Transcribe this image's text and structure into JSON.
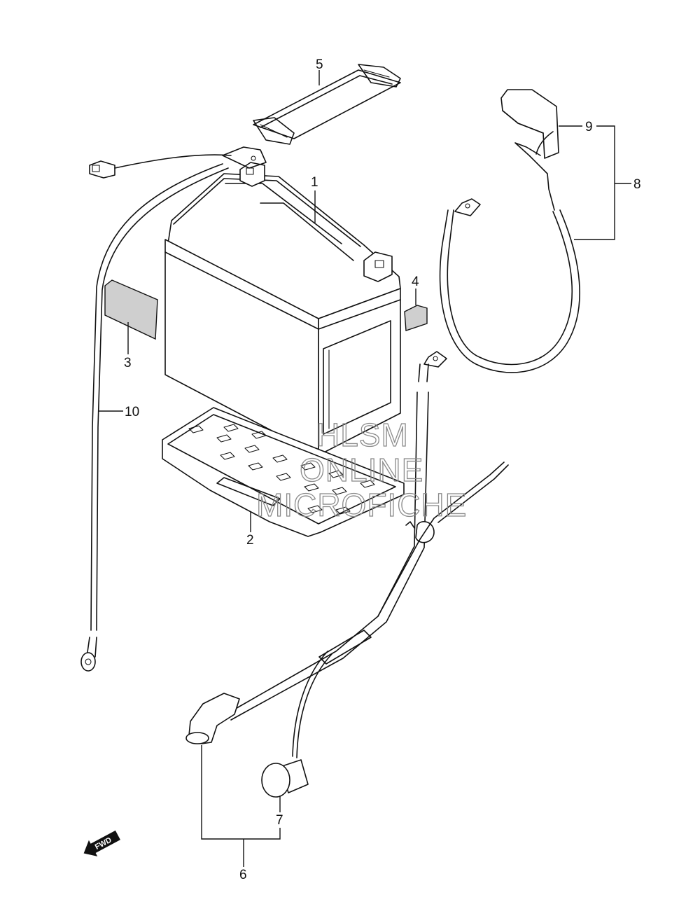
{
  "callouts": [
    {
      "id": "c1",
      "label": "1"
    },
    {
      "id": "c2",
      "label": "2"
    },
    {
      "id": "c3",
      "label": "3"
    },
    {
      "id": "c4",
      "label": "4"
    },
    {
      "id": "c5",
      "label": "5"
    },
    {
      "id": "c6",
      "label": "6"
    },
    {
      "id": "c7",
      "label": "7"
    },
    {
      "id": "c8",
      "label": "8"
    },
    {
      "id": "c9",
      "label": "9"
    },
    {
      "id": "c10",
      "label": "10"
    }
  ],
  "watermark": {
    "line1": "HLSM",
    "line2": "ONLINE",
    "line3": "MICROFICHE"
  },
  "fwd_arrow": {
    "label": "FWD"
  }
}
